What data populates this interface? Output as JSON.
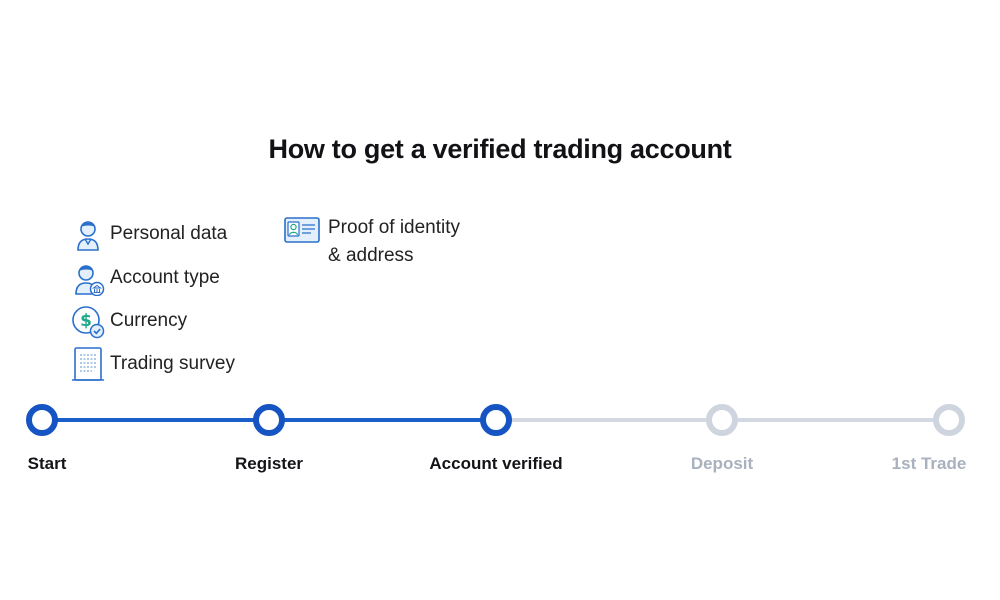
{
  "title": "How to get a verified trading account",
  "requirements_left": [
    {
      "label": "Personal data",
      "icon": "person-icon"
    },
    {
      "label": "Account type",
      "icon": "person-bank-icon"
    },
    {
      "label": "Currency",
      "icon": "dollar-coin-check-icon"
    },
    {
      "label": "Trading survey",
      "icon": "document-icon"
    }
  ],
  "requirement_proof": {
    "line1": "Proof of identity",
    "line2": "& address",
    "icon": "id-card-icon"
  },
  "steps": [
    {
      "label": "Start",
      "status": "done"
    },
    {
      "label": "Register",
      "status": "done"
    },
    {
      "label": "Account verified",
      "status": "done"
    },
    {
      "label": "Deposit",
      "status": "pending"
    },
    {
      "label": "1st Trade",
      "status": "pending"
    }
  ],
  "colors": {
    "done": "#1554c2",
    "pending": "#cfd5df",
    "icon_stroke": "#2a6fcb",
    "icon_fill": "#e3f0fb"
  }
}
